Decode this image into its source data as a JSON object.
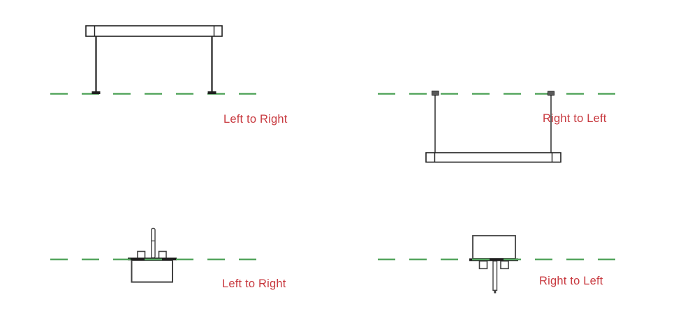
{
  "colors": {
    "line-green": "#55A65F",
    "label-red": "#C8393F",
    "ink": "#1F1F1F",
    "ink-soft": "#424242"
  },
  "figures": {
    "top_left": {
      "label": "Left to Right"
    },
    "top_right": {
      "label": "Right to Left"
    },
    "bottom_left": {
      "label": "Left to Right"
    },
    "bottom_right": {
      "label": "Right to Left"
    }
  }
}
